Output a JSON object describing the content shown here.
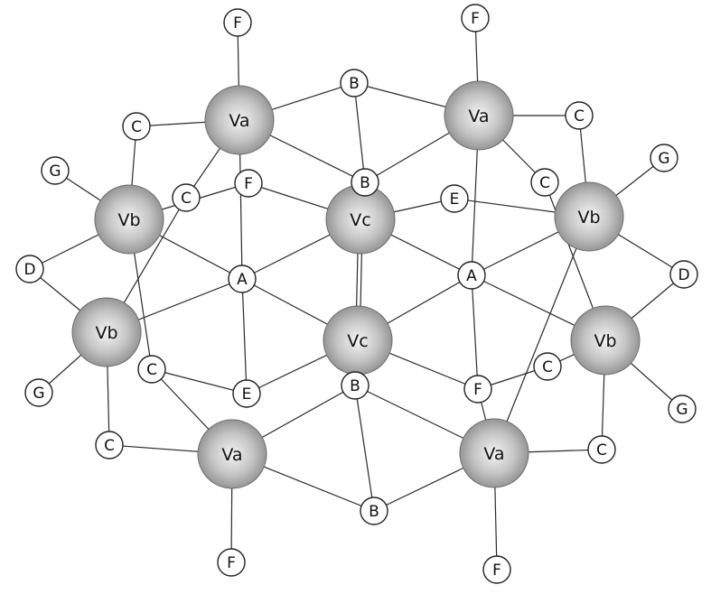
{
  "diagram": {
    "labels": {
      "Va": "Va",
      "Vb": "Vb",
      "Vc": "Vc",
      "A": "A",
      "B": "B",
      "C": "C",
      "D": "D",
      "E": "E",
      "F": "F",
      "G": "G"
    },
    "colors": {
      "big_light": "#f2f2f2",
      "big_dark": "#8c8c8c",
      "line": "#2a2a2a"
    }
  }
}
